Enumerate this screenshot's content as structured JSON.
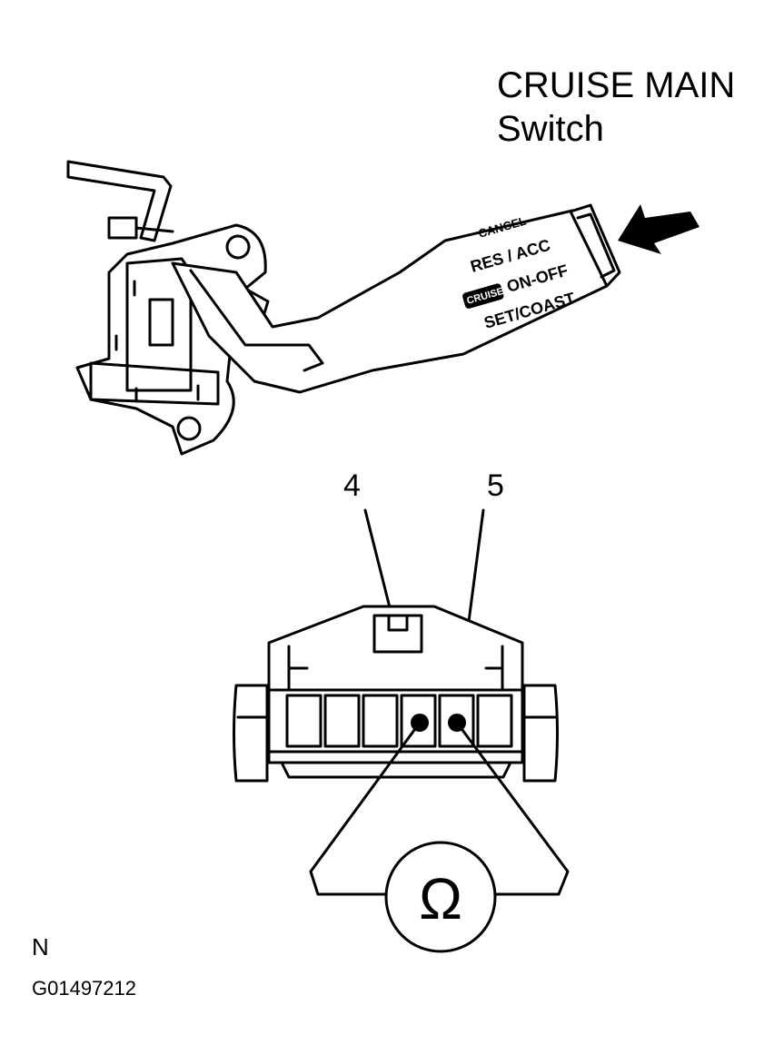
{
  "title": {
    "line1": "CRUISE MAIN",
    "line2": "Switch"
  },
  "stalk": {
    "cancel": "CANCEL",
    "res_acc": "RES / ACC",
    "cruise_badge": "CRUISE",
    "on_off": "ON-OFF",
    "set_coast": "SET/COAST"
  },
  "connector": {
    "terminals": [
      {
        "number": "4"
      },
      {
        "number": "5"
      }
    ],
    "meter_symbol": "Ω"
  },
  "footer": {
    "letter": "N",
    "code": "G01497212"
  },
  "icons": [
    "push-arrow-icon",
    "ohmmeter-icon"
  ],
  "colors": {
    "ink": "#000000",
    "paper": "#ffffff"
  }
}
